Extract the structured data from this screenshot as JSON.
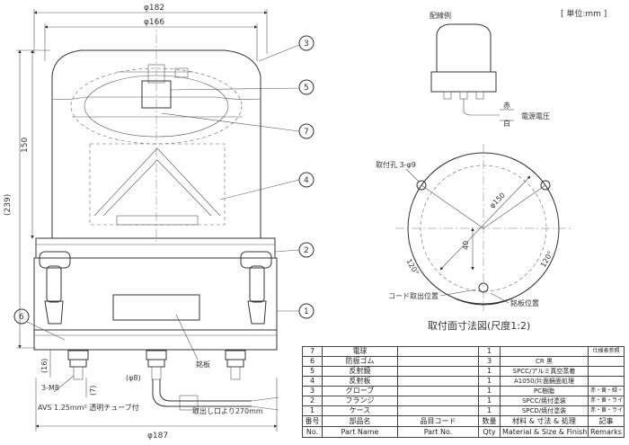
{
  "unit_label": "[ 単位:mm ]",
  "dimensions": {
    "phi182": "φ182",
    "phi166": "φ166",
    "phi187": "φ187",
    "h150": "150",
    "h239": "(239)",
    "d16": "(16)",
    "d7": "(7)",
    "phi8": "(φ8)",
    "bolt": "3-M8"
  },
  "callouts": [
    "3",
    "5",
    "7",
    "4",
    "2",
    "1",
    "6"
  ],
  "labels": {
    "nameplate": "銘板",
    "tube": "AVS 1.25mm² 透明チューブ付",
    "cord_out": "取出し口より270mm",
    "wiring": "配線例",
    "red": "赤",
    "white": "白",
    "voltage": "電源電圧",
    "mount_hole": "取付孔 3-φ9",
    "pcd": "φ150",
    "dim40": "40",
    "ang_left": "120°",
    "ang_right": "120°",
    "cord_pos": "コード取出位置",
    "plate_pos": "銘板位置",
    "mount_title": "取付面寸法図(尺度1:2)"
  },
  "parts_table": {
    "rows": [
      {
        "no": "7",
        "name": "電球",
        "code": "",
        "qty": "1",
        "material": "",
        "remarks": "仕様表参照"
      },
      {
        "no": "6",
        "name": "防振ゴム",
        "code": "",
        "qty": "3",
        "material": "CR 黒",
        "remarks": ""
      },
      {
        "no": "5",
        "name": "反射鏡",
        "code": "",
        "qty": "1",
        "material": "SPCC/アルミ真空蒸着",
        "remarks": ""
      },
      {
        "no": "4",
        "name": "反射板",
        "code": "",
        "qty": "1",
        "material": "A1050/片面鏡面処理",
        "remarks": ""
      },
      {
        "no": "3",
        "name": "グローブ",
        "code": "",
        "qty": "1",
        "material": "PC樹脂",
        "remarks": "赤・黄・緑・青"
      },
      {
        "no": "2",
        "name": "フランジ",
        "code": "",
        "qty": "1",
        "material": "SPCC/焼付塗装",
        "remarks": "赤・黄・ライトグレー"
      },
      {
        "no": "1",
        "name": "ケース",
        "code": "",
        "qty": "1",
        "material": "SPCD/焼付塗装",
        "remarks": "赤・黄・ライトグレー"
      }
    ],
    "header_jp": {
      "no": "番号",
      "name": "部品名",
      "code": "品目コード",
      "qty": "数量",
      "material": "材料 & 寸法 & 処理",
      "remarks": "記事"
    },
    "header_en": {
      "no": "No.",
      "name": "Part Name",
      "code": "Part No.",
      "qty": "Qty",
      "material": "Material & Size & Finish",
      "remarks": "Remarks"
    }
  }
}
